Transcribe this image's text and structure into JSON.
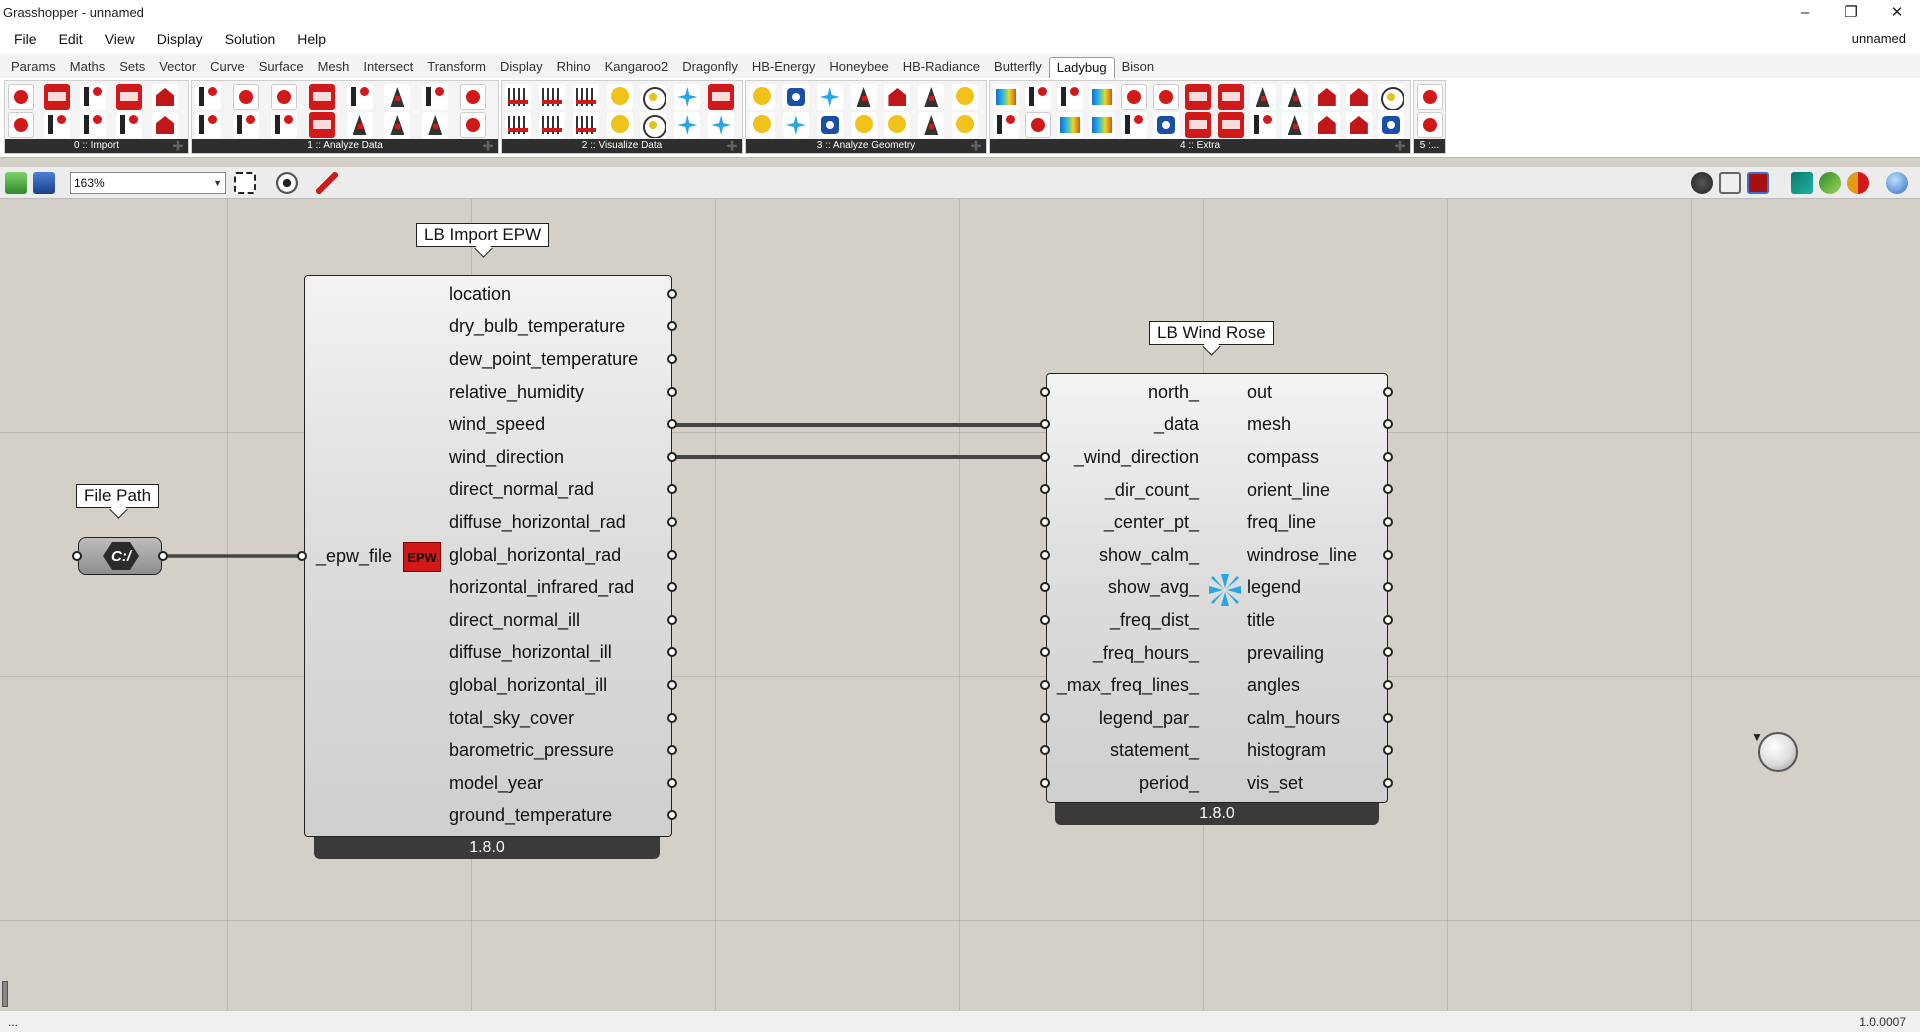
{
  "window": {
    "title": "Grasshopper - unnamed",
    "minimize": "–",
    "restore": "❐",
    "close": "✕"
  },
  "menu": {
    "items": [
      "File",
      "Edit",
      "View",
      "Display",
      "Solution",
      "Help"
    ],
    "document_name": "unnamed"
  },
  "tabs": {
    "items": [
      "Params",
      "Maths",
      "Sets",
      "Vector",
      "Curve",
      "Surface",
      "Mesh",
      "Intersect",
      "Transform",
      "Display",
      "Rhino",
      "Kangaroo2",
      "Dragonfly",
      "HB-Energy",
      "Honeybee",
      "HB-Radiance",
      "Butterfly",
      "Ladybug",
      "Bison"
    ],
    "active": "Ladybug"
  },
  "ribbon": {
    "groups": [
      {
        "label": "0 :: Import"
      },
      {
        "label": "1 :: Analyze Data"
      },
      {
        "label": "2 :: Visualize Data"
      },
      {
        "label": "3 :: Analyze Geometry"
      },
      {
        "label": "4 :: Extra"
      },
      {
        "label": "5 :..."
      }
    ],
    "expand_glyph": "➕"
  },
  "canvas_toolbar": {
    "zoom": "163%",
    "dropdown_glyph": "▼"
  },
  "components": {
    "file_path": {
      "label": "File Path",
      "glyph": "C:/"
    },
    "import_epw": {
      "label": "LB Import EPW",
      "input": "_epw_file",
      "icon_text": "EPW",
      "outputs": [
        "location",
        "dry_bulb_temperature",
        "dew_point_temperature",
        "relative_humidity",
        "wind_speed",
        "wind_direction",
        "direct_normal_rad",
        "diffuse_horizontal_rad",
        "global_horizontal_rad",
        "horizontal_infrared_rad",
        "direct_normal_ill",
        "diffuse_horizontal_ill",
        "global_horizontal_ill",
        "total_sky_cover",
        "barometric_pressure",
        "model_year",
        "ground_temperature"
      ],
      "version": "1.8.0"
    },
    "wind_rose": {
      "label": "LB Wind Rose",
      "inputs": [
        "north_",
        "_data",
        "_wind_direction",
        "_dir_count_",
        "_center_pt_",
        "show_calm_",
        "show_avg_",
        "_freq_dist_",
        "_freq_hours_",
        "_max_freq_lines_",
        "legend_par_",
        "statement_",
        "period_"
      ],
      "outputs": [
        "out",
        "mesh",
        "compass",
        "orient_line",
        "freq_line",
        "windrose_line",
        "legend",
        "title",
        "prevailing",
        "angles",
        "calm_hours",
        "histogram",
        "vis_set"
      ],
      "version": "1.8.0"
    }
  },
  "status": {
    "left": "...",
    "right": "1.0.0007"
  },
  "colors": {
    "canvas": "#d4d0c8",
    "wire": "#444444",
    "ladybug_red": "#d31818",
    "windrose_blue": "#26a6e6"
  }
}
